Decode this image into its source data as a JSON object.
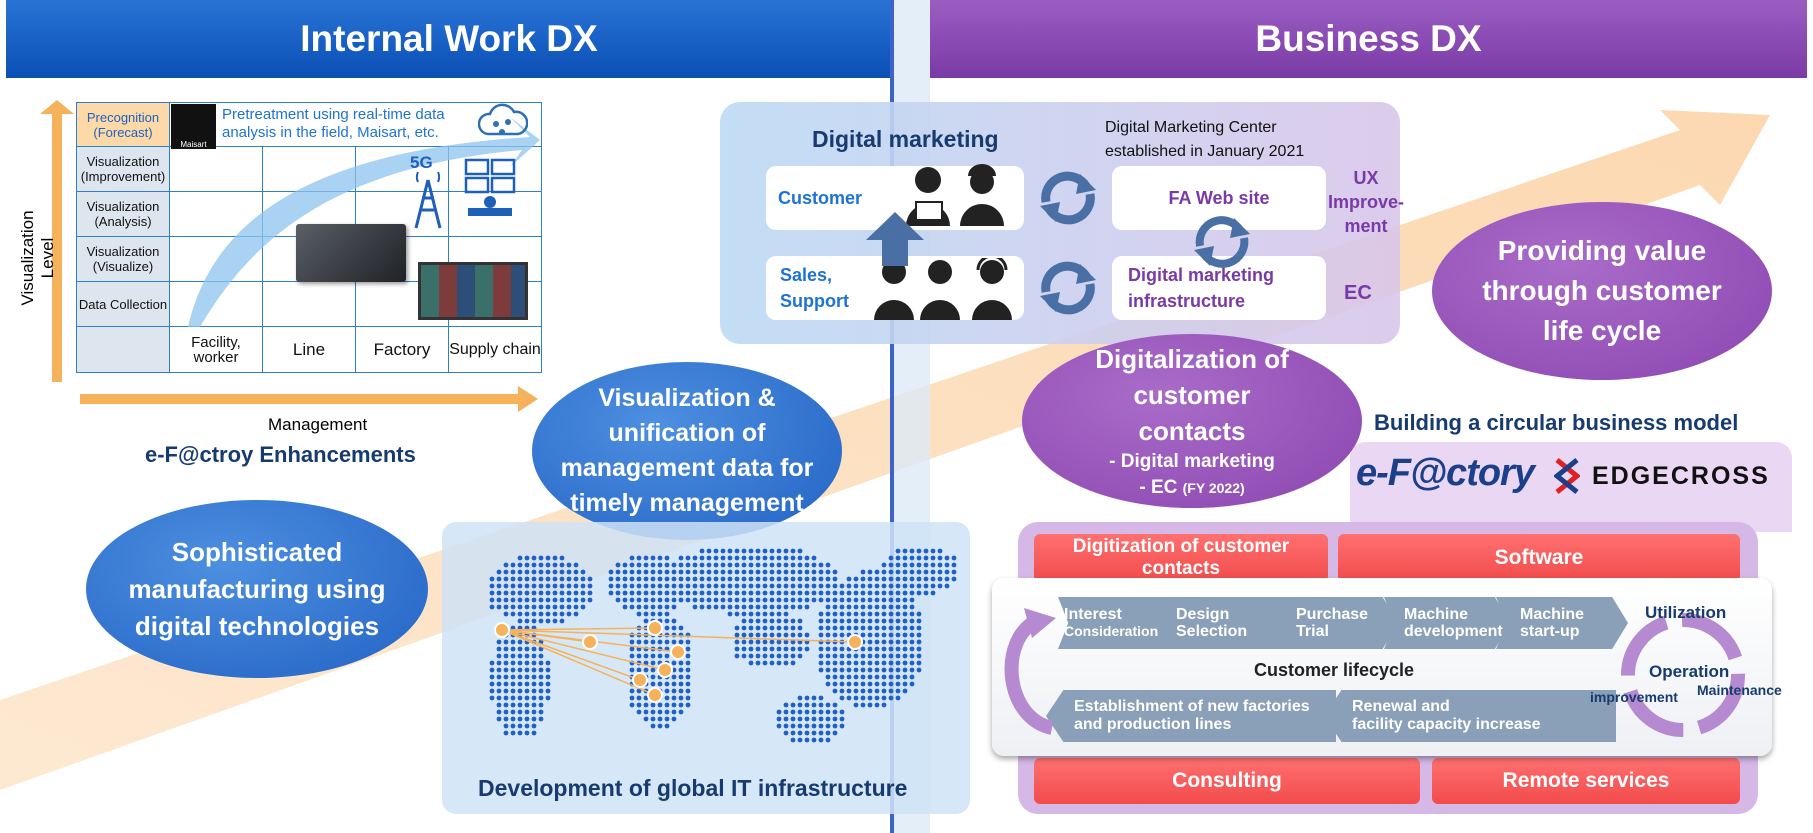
{
  "headers": {
    "left": "Internal Work DX",
    "right": "Business DX"
  },
  "left": {
    "y_axis_label": "Visualization Level",
    "x_axis_label": "Management",
    "enhancements_title": "e-F@ctroy Enhancements",
    "grid": {
      "rows": [
        "Precognition (Forecast)",
        "Visualization (Improvement)",
        "Visualization (Analysis)",
        "Visualization (Visualize)",
        "Data Collection"
      ],
      "columns": [
        "Facility, worker",
        "Line",
        "Factory",
        "Supply chain"
      ],
      "maisart_logo": "Maisart",
      "pretreatment_note": "Pretreatment using real-time data analysis in the field, Maisart, etc.",
      "badge_5g": "5G"
    },
    "oval_visualization": "Visualization & unification of management data for timely management",
    "oval_manufacturing": "Sophisticated manufacturing using digital technologies",
    "global_it": "Development of global IT infrastructure"
  },
  "right": {
    "digital_marketing_title": "Digital marketing",
    "dmc_note_line1": "Digital Marketing Center",
    "dmc_note_line2": "established in January 2021",
    "customer": "Customer",
    "sales_support": "Sales, Support",
    "fa_web_site": "FA Web site",
    "dm_infra": "Digital marketing infrastructure",
    "ux_improvement": "UX Improve-ment",
    "ec": "EC",
    "oval_digitalization": "Digitalization of customer contacts",
    "oval_digitalization_sub1": "- Digital marketing",
    "oval_digitalization_sub2": "- EC",
    "oval_digitalization_fy": "(FY 2022)",
    "oval_value": "Providing value through customer life cycle",
    "circular_title": "Building a circular business model",
    "logo_efactory": "e-F@ctory",
    "logo_edgecross": "EDGECROSS",
    "tab_digitization": "Digitization of customer contacts",
    "tab_software": "Software",
    "tab_consulting": "Consulting",
    "tab_remote": "Remote services",
    "lifecycle_steps": [
      {
        "l1": "Interest",
        "l2": "Consideration"
      },
      {
        "l1": "Design",
        "l2": "Selection"
      },
      {
        "l1": "Purchase",
        "l2": "Trial"
      },
      {
        "l1": "Machine",
        "l2": "development"
      },
      {
        "l1": "Machine",
        "l2": "start-up"
      }
    ],
    "lifecycle_label": "Customer lifecycle",
    "back_step_1_l1": "Establishment of new factories",
    "back_step_1_l2": "and production lines",
    "back_step_2_l1": "Renewal and",
    "back_step_2_l2": "facility capacity increase",
    "utilization": "Utilization",
    "operation": "Operation",
    "improvement": "improvement",
    "maintenance": "Maintenance"
  },
  "colors": {
    "blue_header": "#0a4fb4",
    "purple_header": "#7a3aa6",
    "accent_orange": "#f5b25a",
    "red_tab": "#f24b4b"
  }
}
